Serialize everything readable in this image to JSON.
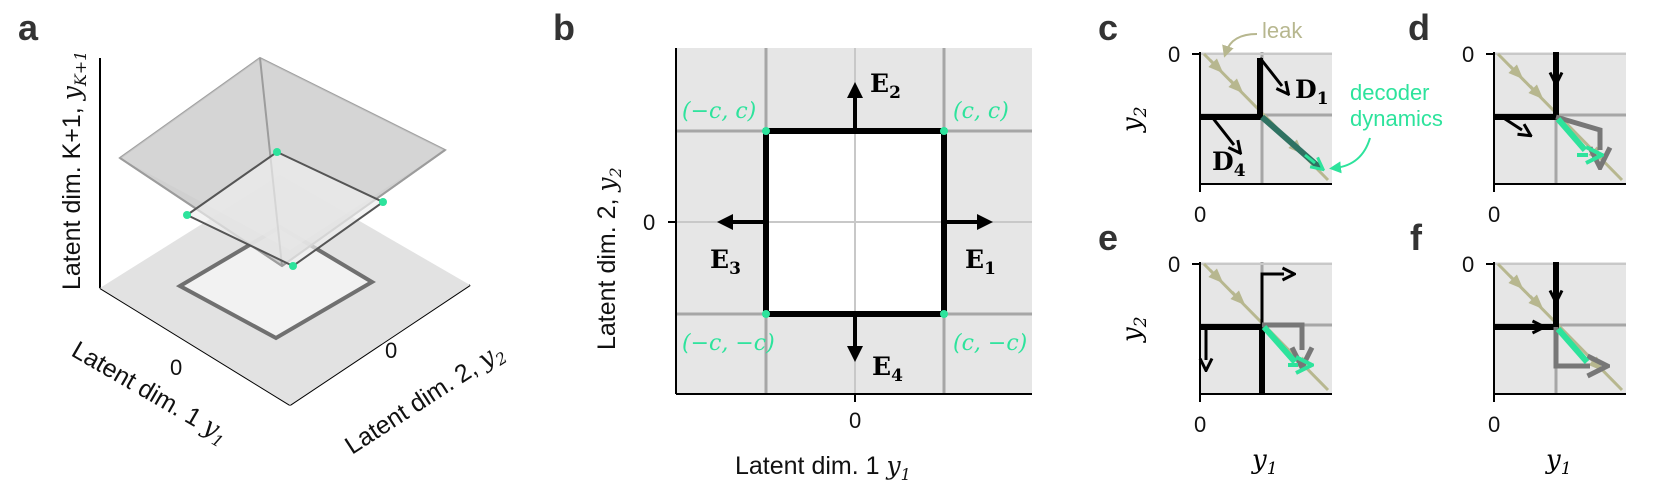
{
  "colors": {
    "decoder": "#2de39c",
    "leak": "#b7b78f",
    "background": "#e6e6e6",
    "grid": "#a6a6a6",
    "box": "#000000"
  },
  "panels": {
    "a": {
      "label": "a",
      "zlabel": "Latent dim. K+1, ",
      "zvar": "y",
      "zsub": "K+1",
      "xlabel": "Latent dim. 1 ",
      "xvar": "y",
      "xsub": "1",
      "ylabel": "Latent dim. 2, ",
      "yvar": "y",
      "ysub": "2",
      "x_tick": "0",
      "y_tick": "0"
    },
    "b": {
      "label": "b",
      "xlabel": "Latent dim. 1 ",
      "xvar": "y",
      "xsub": "1",
      "ylabel": "Latent dim. 2, ",
      "yvar": "y",
      "ysub": "2",
      "x_tick": "0",
      "y_tick": "0",
      "corners": {
        "tl": "(−c, c)",
        "tr": "(c, c)",
        "bl": "(−c, −c)",
        "br": "(c, −c)"
      },
      "encoders": {
        "e1": "E",
        "e1_sub": "1",
        "e2": "E",
        "e2_sub": "2",
        "e3": "E",
        "e3_sub": "3",
        "e4": "E",
        "e4_sub": "4"
      }
    },
    "c": {
      "label": "c",
      "ylabel": "y",
      "ysub": "2",
      "tick_x": "0",
      "tick_y": "0",
      "leak_label": "leak",
      "decoder_label_1": "decoder",
      "decoder_label_2": "dynamics",
      "d1": "D",
      "d1_sub": "1",
      "d4": "D",
      "d4_sub": "4"
    },
    "d": {
      "label": "d",
      "tick_x": "0",
      "tick_y": "0"
    },
    "e": {
      "label": "e",
      "ylabel": "y",
      "ysub": "2",
      "xlabel": "y",
      "xsub": "1",
      "tick_x": "0",
      "tick_y": "0"
    },
    "f": {
      "label": "f",
      "xlabel": "y",
      "xsub": "1",
      "tick_x": "0",
      "tick_y": "0"
    }
  }
}
